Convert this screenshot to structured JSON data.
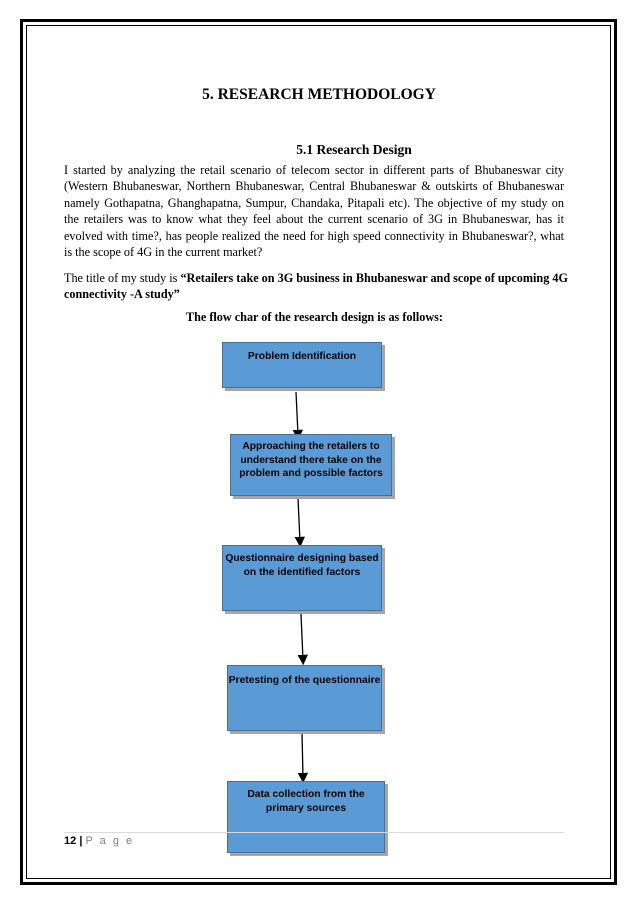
{
  "heading": "5. RESEARCH METHODOLOGY",
  "subheading": "5.1 Research Design",
  "paragraph": "I started by analyzing the retail scenario of telecom sector in different parts of Bhubaneswar city (Western Bhubaneswar, Northern Bhubaneswar, Central Bhubaneswar & outskirts of Bhubaneswar namely Gothapatna, Ghanghapatna, Sumpur, Chandaka, Pitapali etc). The objective of my study on the retailers was to know what they feel about the current scenario of 3G in Bhubaneswar, has it evolved with time?, has people realized the need for high speed connectivity in Bhubaneswar?, what is the scope of 4G in the current market?",
  "title_intro": "The title of my study is ",
  "title_bold": "“Retailers take on 3G business in Bhubaneswar and scope of upcoming 4G connectivity -A study”",
  "flow_caption": "The flow char of the research design is as follows:",
  "flow_steps": [
    "Problem Identification",
    "Approaching the retailers to understand there take on the problem and possible factors",
    "Questionnaire designing based on the identified factors",
    "Pretesting of the questionnaire",
    "Data collection from the primary sources"
  ],
  "colors": {
    "box_fill": "#5b9bd5",
    "box_border": "#41719c",
    "box_shadow": "#a6a6a6"
  },
  "footer": {
    "page_number": "12",
    "separator": "|",
    "page_label": "P a g e"
  }
}
